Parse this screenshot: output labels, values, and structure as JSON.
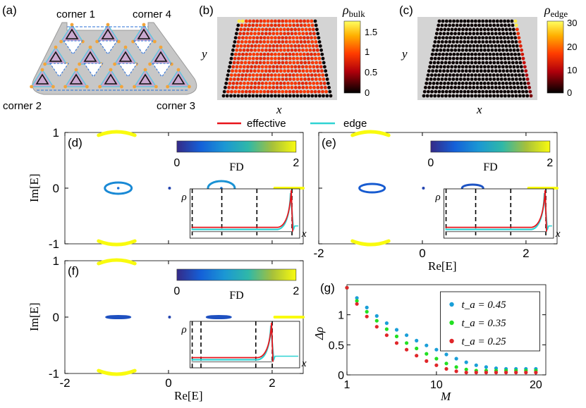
{
  "panel_labels": [
    "(a)",
    "(b)",
    "(c)",
    "(d)",
    "(e)",
    "(f)",
    "(g)"
  ],
  "panel_a": {
    "corner_labels": [
      "corner 1",
      "corner 4",
      "corner 2",
      "corner 3"
    ],
    "colors": {
      "body": "#c7c7c7",
      "triangle_fill": "#c9a8cf",
      "bond_dashed": "#2a6fd6",
      "bond_cyan": "#59c8e0",
      "site": "#f2a43a"
    }
  },
  "panel_b": {
    "xlabel": "x",
    "ylabel": "y",
    "colorbar_title": "ρ",
    "colorbar_subscript": "bulk",
    "colorbar_ticks": [
      "1.5",
      "1",
      "0.5",
      "0"
    ],
    "colorbar_range": [
      0,
      1.8
    ]
  },
  "panel_c": {
    "xlabel": "x",
    "ylabel": "y",
    "colorbar_title": "ρ",
    "colorbar_subscript": "edge",
    "colorbar_ticks": [
      "30",
      "20",
      "10",
      "0"
    ],
    "colorbar_range": [
      0,
      32
    ]
  },
  "legend_top": {
    "items": [
      {
        "label": "effective",
        "color": "#e8141b"
      },
      {
        "label": "edge",
        "color": "#2fd3d3"
      }
    ]
  },
  "spectrum_axes": {
    "ylabel": "Im[E]",
    "xlabel": "Re[E]",
    "y_ticks": [
      "1",
      "0",
      "-1"
    ],
    "x_ticks": [
      "-2",
      "0",
      "2"
    ],
    "xlim": [
      -2,
      2.6
    ],
    "ylim": [
      -1,
      1
    ]
  },
  "fd_colorbar": {
    "label": "FD",
    "ticks": [
      "0",
      "2"
    ],
    "range": [
      0,
      2
    ]
  },
  "inset": {
    "ylabel": "ρ",
    "xlabel": "x"
  },
  "panel_g": {
    "ylabel": "Δρ",
    "xlabel": "M",
    "y_ticks": [
      "0",
      "0.5",
      "1"
    ],
    "x_ticks": [
      "1",
      "10",
      "20"
    ],
    "legend": [
      "t_a = 0.45",
      "t_a = 0.35",
      "t_a = 0.25"
    ]
  },
  "chart_data": [
    {
      "type": "scatter",
      "panel": "(g)",
      "xlabel": "M",
      "ylabel": "Δρ",
      "xlim": [
        1,
        21
      ],
      "ylim": [
        0,
        1.5
      ],
      "legend_position": "top-right",
      "x": [
        1,
        2,
        3,
        4,
        5,
        6,
        7,
        8,
        9,
        10,
        11,
        12,
        13,
        14,
        15,
        16,
        17,
        18,
        19,
        20
      ],
      "series": [
        {
          "name": "t_a = 0.45",
          "color": "#1a9fd8",
          "values": [
            1.45,
            1.28,
            1.12,
            0.98,
            0.86,
            0.75,
            0.66,
            0.57,
            0.49,
            0.42,
            0.34,
            0.27,
            0.21,
            0.16,
            0.13,
            0.11,
            0.1,
            0.1,
            0.1,
            0.1
          ]
        },
        {
          "name": "t_a = 0.35",
          "color": "#22e022",
          "values": [
            1.45,
            1.23,
            1.05,
            0.9,
            0.76,
            0.64,
            0.53,
            0.44,
            0.35,
            0.27,
            0.19,
            0.13,
            0.09,
            0.07,
            0.07,
            0.07,
            0.07,
            0.07,
            0.07,
            0.07
          ]
        },
        {
          "name": "t_a = 0.25",
          "color": "#e0262a",
          "values": [
            1.45,
            1.18,
            0.97,
            0.8,
            0.66,
            0.53,
            0.42,
            0.32,
            0.23,
            0.16,
            0.1,
            0.06,
            0.04,
            0.04,
            0.04,
            0.04,
            0.04,
            0.04,
            0.04,
            0.04
          ]
        }
      ]
    }
  ]
}
